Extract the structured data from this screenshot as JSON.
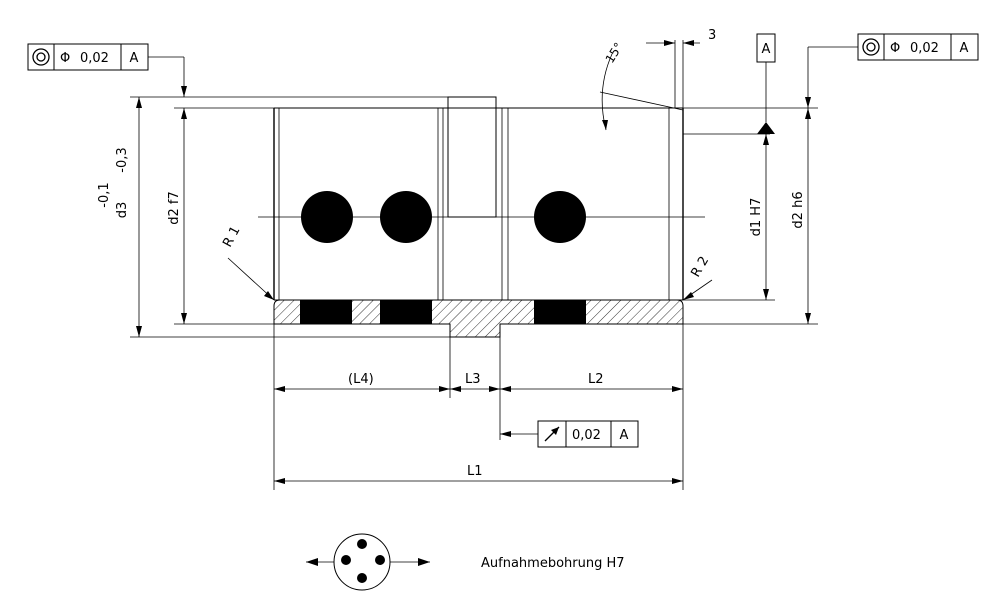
{
  "frames": {
    "left_concentricity": {
      "symbol": "◎",
      "diameter": "Φ",
      "value": "0,02",
      "datum": "A"
    },
    "right_concentricity": {
      "symbol": "◎",
      "diameter": "Φ",
      "value": "0,02",
      "datum": "A"
    },
    "runout": {
      "symbol": "↗",
      "value": "0,02",
      "datum": "A"
    }
  },
  "datum_label": "A",
  "dimensions": {
    "angle": "15°",
    "chamfer": "3",
    "tol_upper": "-0,1",
    "tol_lower": "-0,3",
    "d3": "d3",
    "d2_f7": "d2 f7",
    "d1_h7": "d1 H7",
    "d2_h6": "d2 h6",
    "r1": "R 1",
    "r2": "R 2",
    "l4": "(L4)",
    "l3": "L3",
    "l2": "L2",
    "l1": "L1"
  },
  "legend": {
    "caption": "Aufnahmebohrung H7",
    "icon": "four-hole-receiving-bore-icon"
  },
  "colors": {
    "line": "#000000",
    "background": "#ffffff"
  }
}
